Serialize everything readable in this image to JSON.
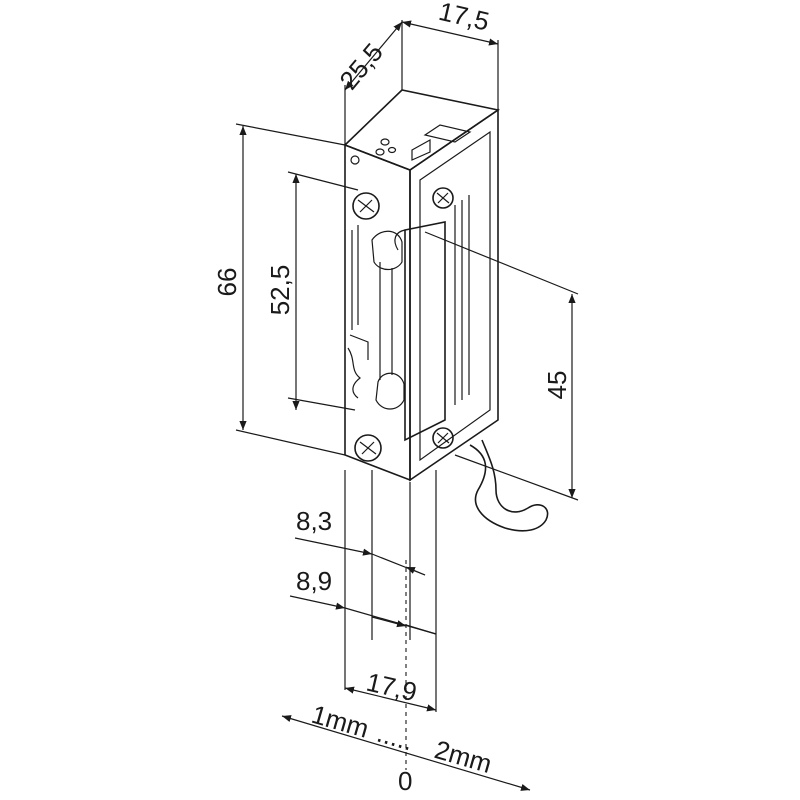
{
  "dimensions": {
    "width_side": "25,5",
    "width_front": "17,5",
    "height_total": "66",
    "height_inner": "52,5",
    "height_latch": "45",
    "offset_a": "8,3",
    "offset_b": "8,9",
    "offset_total": "17,9",
    "adjust_left": "1mm",
    "adjust_dots": ".....",
    "adjust_right": "2mm",
    "adjust_zero": "0"
  }
}
